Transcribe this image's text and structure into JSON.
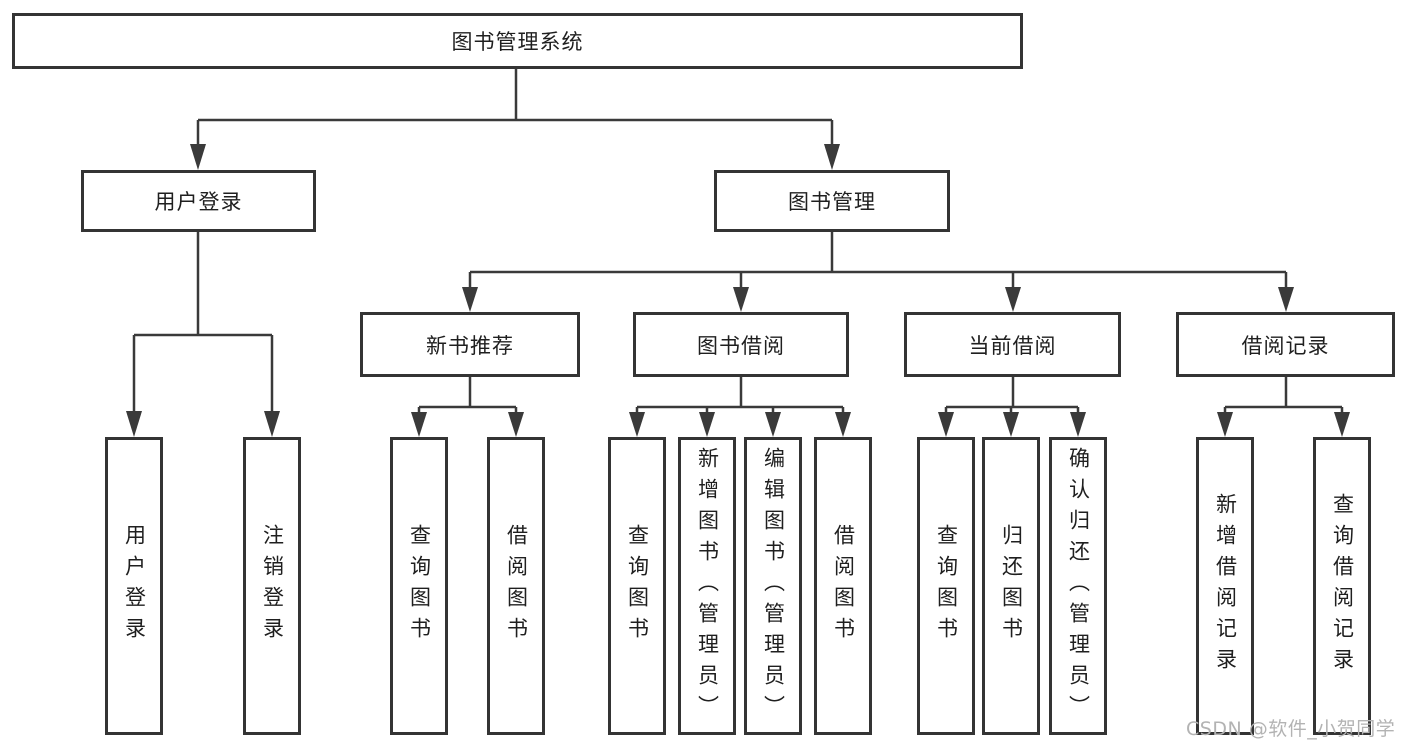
{
  "diagram": {
    "root": "图书管理系统",
    "level2": {
      "user_login": "用户登录",
      "book_mgmt": "图书管理"
    },
    "level3": {
      "new_book_rec": "新书推荐",
      "book_borrow": "图书借阅",
      "current_borrow": "当前借阅",
      "borrow_record": "借阅记录"
    },
    "leaves": {
      "user_login": "用户登录",
      "logout": "注销登录",
      "query_book_1": "查询图书",
      "borrow_book_1": "借阅图书",
      "query_book_2": "查询图书",
      "add_book_admin": "新增图书（管理员）",
      "edit_book_admin": "编辑图书（管理员）",
      "borrow_book_2": "借阅图书",
      "query_book_3": "查询图书",
      "return_book": "归还图书",
      "confirm_return_admin": "确认归还（管理员）",
      "add_borrow_record": "新增借阅记录",
      "query_borrow_record": "查询借阅记录"
    },
    "line_color": "#3a3a3a"
  },
  "watermark": "CSDN @软件_小贺同学"
}
